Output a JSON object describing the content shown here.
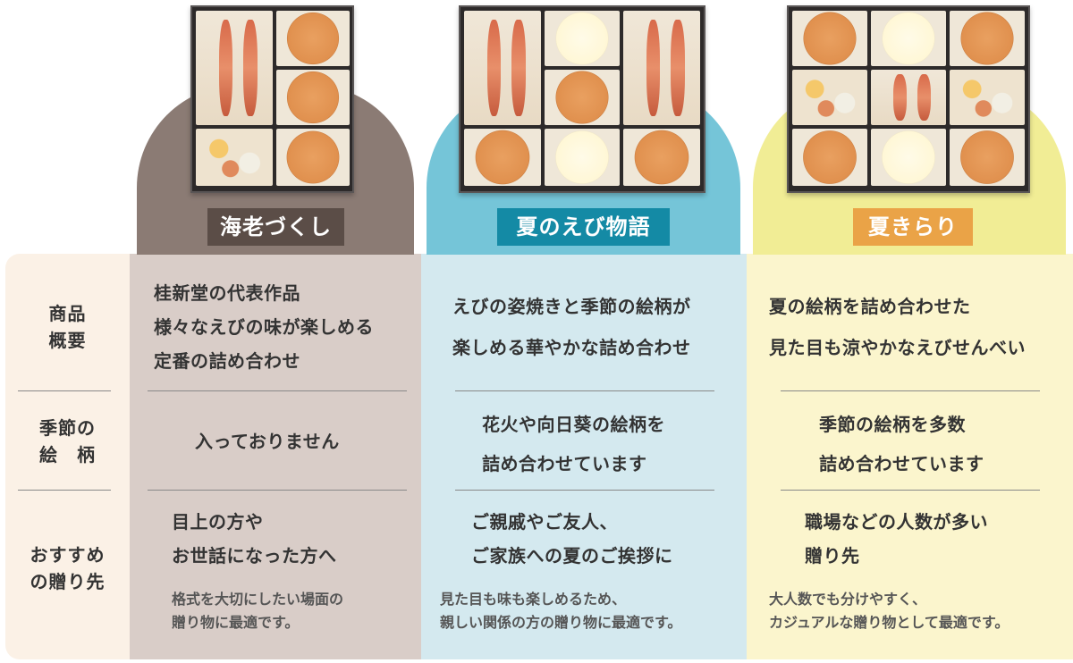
{
  "row_labels": {
    "overview_line1": "商品",
    "overview_line2": "概要",
    "pattern_line1": "季節の",
    "pattern_line2": "絵　柄",
    "recommend_line1": "おすすめ",
    "recommend_line2": "の贈り先"
  },
  "products": [
    {
      "name": "海老づくし",
      "overview": [
        "桂新堂の代表作品",
        "様々なえびの味が楽しめる",
        "定番の詰め合わせ"
      ],
      "pattern": [
        "入っておりません"
      ],
      "recommend": [
        "目上の方や",
        "お世話になった方へ"
      ],
      "recommend_note": [
        "格式を大切にしたい場面の",
        "贈り物に最適です。"
      ],
      "colors": {
        "arch": "#8b7b74",
        "column": "#d9cdc8",
        "badge": "#5b4d47"
      }
    },
    {
      "name": "夏のえび物語",
      "overview": [
        "えびの姿焼きと季節の絵柄が",
        "楽しめる華やかな詰め合わせ"
      ],
      "pattern": [
        "花火や向日葵の絵柄を",
        "詰め合わせています"
      ],
      "recommend": [
        "ご親戚やご友人、",
        "ご家族への夏のご挨拶に"
      ],
      "recommend_note": [
        "見た目も味も楽しめるため、",
        "親しい関係の方の贈り物に最適です。"
      ],
      "colors": {
        "arch": "#75c5d8",
        "column": "#d4e9ef",
        "badge": "#148aa5"
      }
    },
    {
      "name": "夏きらり",
      "overview": [
        "夏の絵柄を詰め合わせた",
        "見た目も涼やかなえびせんべい"
      ],
      "pattern": [
        "季節の絵柄を多数",
        "詰め合わせています"
      ],
      "recommend": [
        "職場などの人数が多い",
        "贈り先"
      ],
      "recommend_note": [
        "大人数でも分けやすく、",
        "カジュアルな贈り物として最適です。"
      ],
      "colors": {
        "arch": "#f1ed95",
        "column": "#fbf5cd",
        "badge": "#eaa347"
      }
    }
  ],
  "label_column_color": "#fbf1e6"
}
